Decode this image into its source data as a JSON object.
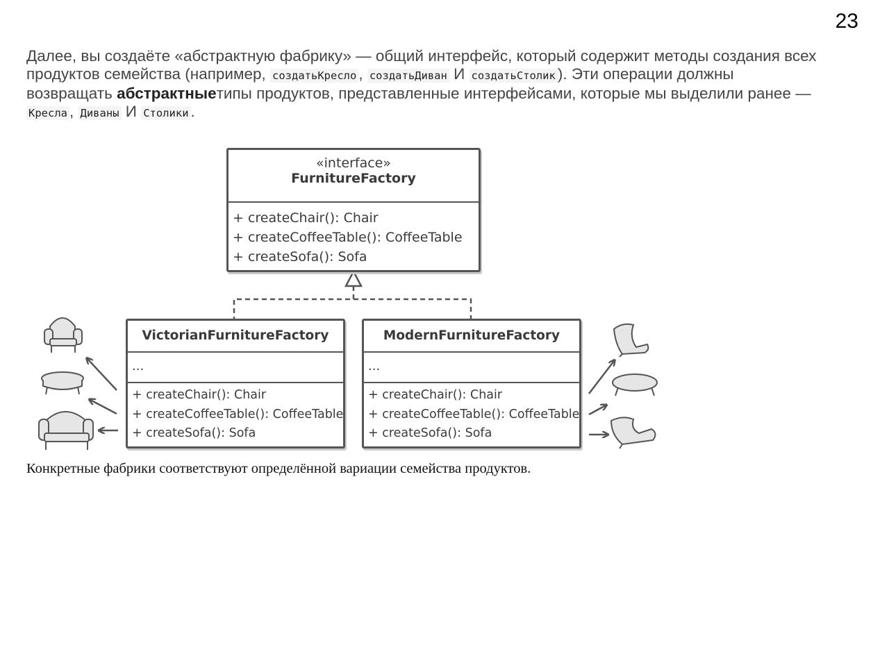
{
  "page_number": "23",
  "intro": {
    "l1": "Далее, вы создаёте «абстрактную фабрику» — общий интерфейс, который содержит методы создания всех",
    "l2_a": "продуктов семейства (например, ",
    "l2_c1": "создатьКресло",
    "l2_sep1": ", ",
    "l2_c2": "создатьДиван",
    "l2_and": " И ",
    "l2_c3": "создатьСтолик",
    "l2_b": "). Эти операции должны",
    "l3_a": "возвращать ",
    "l3_bold": "абстрактные",
    "l3_b": "типы продуктов, представленные интерфейсами, которые мы выделили ранее —",
    "l4_c1": "Кресла",
    "l4_sep1": ", ",
    "l4_c2": "Диваны",
    "l4_and": " И ",
    "l4_c3": "Столики",
    "l4_end": "."
  },
  "diagram": {
    "interface": {
      "stereotype": "«interface»",
      "name": "FurnitureFactory",
      "methods": [
        "+ createChair(): Chair",
        "+ createCoffeeTable(): CoffeeTable",
        "+ createSofa(): Sofa"
      ]
    },
    "victorian": {
      "name": "VictorianFurnitureFactory",
      "fields": "...",
      "methods": [
        "+ createChair(): Chair",
        "+ createCoffeeTable(): CoffeeTable",
        "+ createSofa(): Sofa"
      ]
    },
    "modern": {
      "name": "ModernFurnitureFactory",
      "fields": "...",
      "methods": [
        "+ createChair(): Chair",
        "+ createCoffeeTable(): CoffeeTable",
        "+ createSofa(): Sofa"
      ]
    },
    "products_left": [
      "victorian-chair-icon",
      "victorian-coffee-table-icon",
      "victorian-sofa-icon"
    ],
    "products_right": [
      "modern-chair-icon",
      "modern-coffee-table-icon",
      "modern-sofa-icon"
    ],
    "colors": {
      "stroke": "#555555",
      "shadow": "#c9c9c9",
      "icon_fill": "#e6e6e6"
    }
  },
  "caption": "Конкретные фабрики соответствуют определённой вариации семейства продуктов."
}
